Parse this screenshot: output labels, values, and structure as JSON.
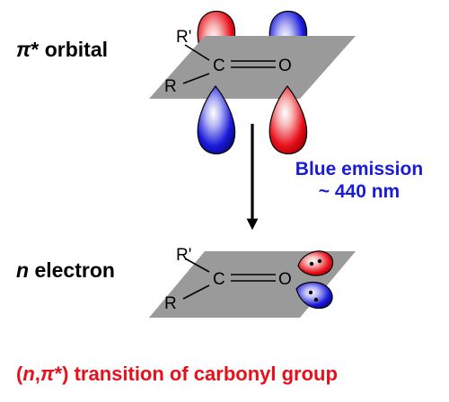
{
  "top_state": {
    "label_symbol": "π",
    "label_rest": "* orbital",
    "atoms": {
      "r_prime": "R'",
      "r": "R",
      "c": "C",
      "o": "O"
    }
  },
  "bottom_state": {
    "label_symbol": "n",
    "label_rest": " electron",
    "atoms": {
      "r_prime": "R'",
      "r": "R",
      "c": "C",
      "o": "O"
    }
  },
  "emission": {
    "line1": "Blue emission",
    "line2": "~ 440 nm"
  },
  "caption": {
    "open": "(",
    "n": "n",
    "comma": ",",
    "pi": "π",
    "rest": "*) transition of carbonyl group"
  },
  "colors": {
    "plane": "#9a9a9a",
    "lobe_red": "#e8101a",
    "lobe_blue": "#1a1ad9",
    "emission_text": "#1a1ad9",
    "caption_text": "#e8101a"
  }
}
